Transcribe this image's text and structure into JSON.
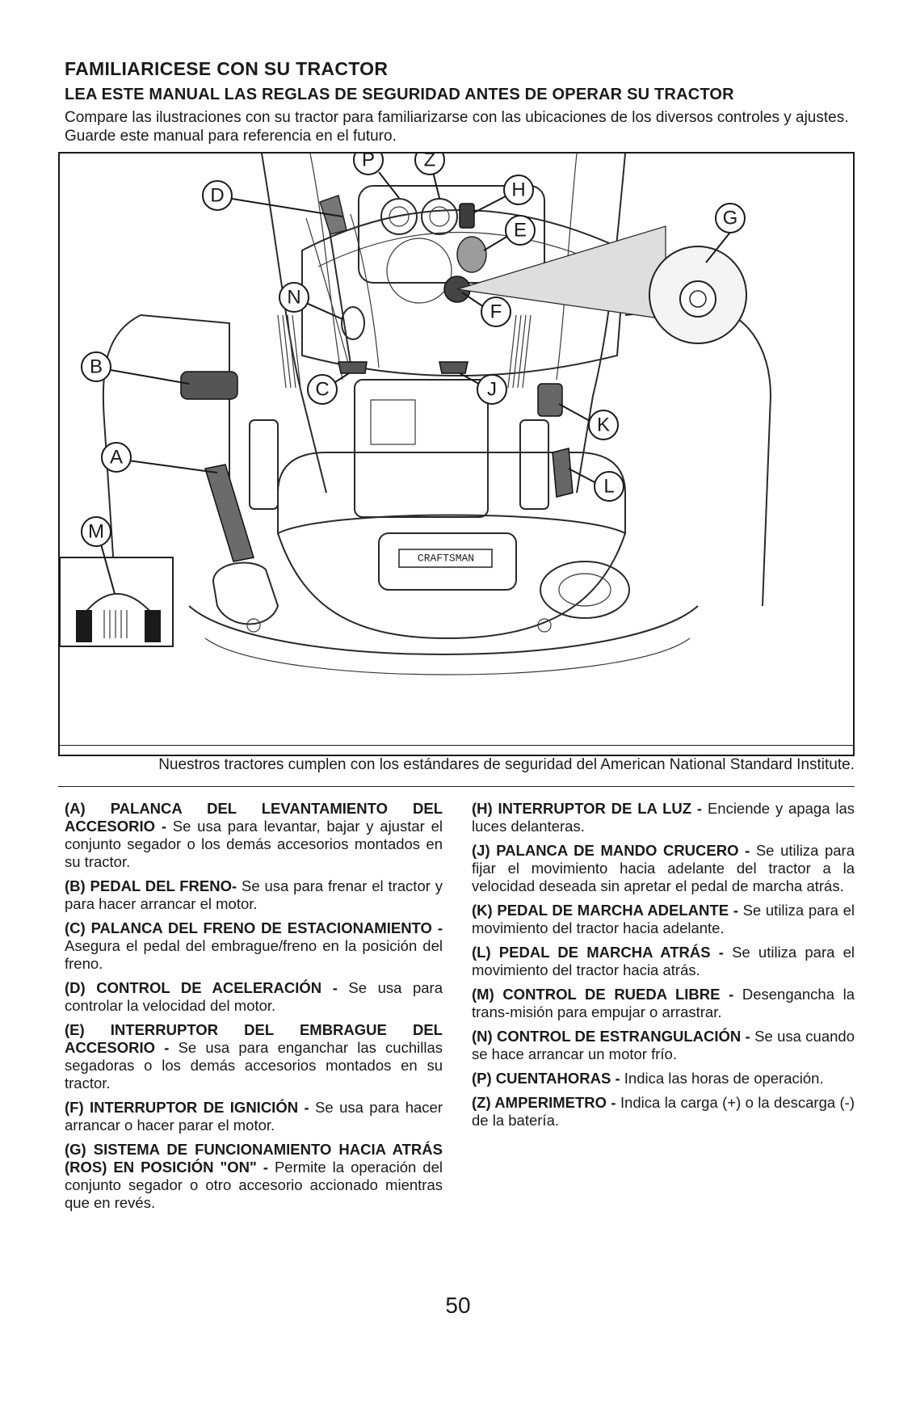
{
  "title": "FAMILIARICESE CON SU TRACTOR",
  "subtitle": "LEA ESTE MANUAL LAS REGLAS DE SEGURIDAD ANTES DE OPERAR SU TRACTOR",
  "intro": "Compare las ilustraciones con su tractor para familiarizarse con las ubicaciones de los diversos controles y ajustes. Guarde este manual para referencia en el futuro.",
  "figure": {
    "brand": "CRAFTSMAN",
    "callouts": [
      "D",
      "P",
      "Z",
      "H",
      "G",
      "E",
      "N",
      "F",
      "B",
      "C",
      "J",
      "K",
      "A",
      "L",
      "M"
    ]
  },
  "caption": "Nuestros tractores cumplen con los estándares de seguridad del American National Standard Institute.",
  "items": [
    {
      "term": "(A) PALANCA DEL LEVANTAMIENTO DEL ACCESORIO -",
      "desc": " Se usa para levantar, bajar y ajustar el conjunto segador o los demás accesorios montados en su tractor."
    },
    {
      "term": "(B) PEDAL DEL FRENO-",
      "desc": " Se usa para frenar el tractor y para hacer arrancar el motor."
    },
    {
      "term": "(C) PALANCA DEL FRENO DE ESTACIONAMIENTO -",
      "desc": " Asegura el pedal del embrague/freno en la posición del freno."
    },
    {
      "term": "(D) CONTROL DE ACELERACIÓN -",
      "desc": " Se usa para controlar la velocidad del motor."
    },
    {
      "term": "(E) INTERRUPTOR DEL EMBRAGUE DEL ACCESORIO -",
      "desc": " Se usa para enganchar las cuchillas segadoras o los demás accesorios montados en su tractor."
    },
    {
      "term": "(F) INTERRUPTOR DE IGNICIÓN -",
      "desc": " Se usa para hacer arrancar o hacer parar el motor."
    },
    {
      "term": "(G) SISTEMA DE FUNCIONAMIENTO HACIA ATRÁS (ROS) EN POSICIÓN \"ON\" -",
      "desc": " Permite la operación del conjunto segador o otro accesorio accionado mientras que en revés."
    },
    {
      "term": "(H) INTERRUPTOR DE LA LUZ -",
      "desc": " Enciende y apaga las luces delanteras."
    },
    {
      "term": "(J) PALANCA DE MANDO CRUCERO -",
      "desc": " Se utiliza para fijar el movimiento hacia adelante del tractor a la velocidad deseada sin apretar el pedal de marcha atrás."
    },
    {
      "term": "(K) PEDAL DE MARCHA ADELANTE -",
      "desc": " Se utiliza para el movimiento del tractor hacia adelante."
    },
    {
      "term": "(L) PEDAL DE MARCHA ATRÁS -",
      "desc": " Se utiliza para el movimiento del tractor hacia atrás."
    },
    {
      "term": "(M) CONTROL DE RUEDA LIBRE -",
      "desc": " Desengancha la trans-misión para empujar o arrastrar."
    },
    {
      "term": "(N) CONTROL DE ESTRANGULACIÓN -",
      "desc": " Se usa cuando se hace arrancar un motor frío."
    },
    {
      "term": "(P) CUENTAHORAS -",
      "desc": " Indica las horas de operación."
    },
    {
      "term": "(Z) AMPERIMETRO -",
      "desc": " Indica la carga (+) o la descarga (-) de la batería."
    }
  ],
  "page_number": "50"
}
